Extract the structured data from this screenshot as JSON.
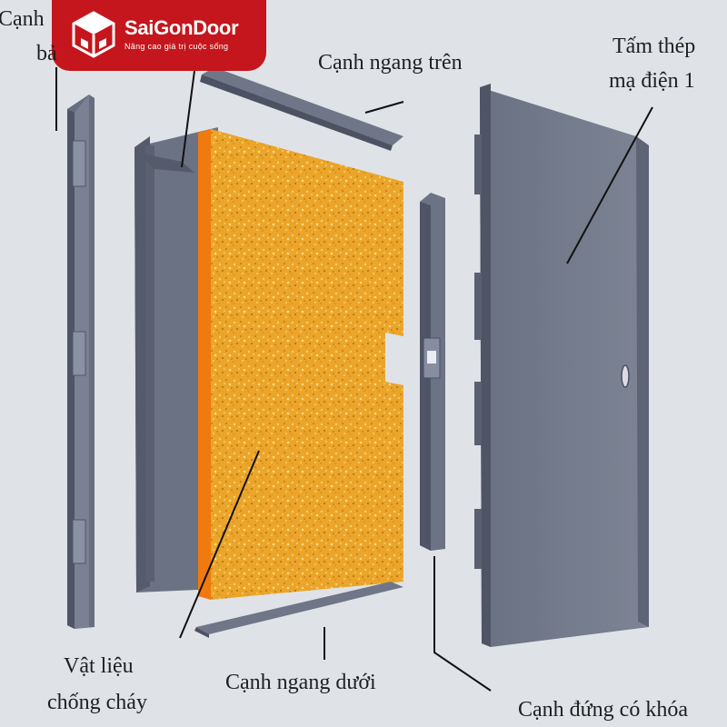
{
  "brand": {
    "name": "SaiGonDoor",
    "tagline": "Nâng cao giá trị cuộc sống"
  },
  "labels": {
    "top_left_line1": "Cạnh",
    "top_left_line2": "bả",
    "top_rail": "Cạnh ngang trên",
    "steel_sheet_line1": "Tấm thép",
    "steel_sheet_line2": "mạ điện 1",
    "fire_material_line1": "Vật liệu",
    "fire_material_line2": "chống cháy",
    "bottom_rail": "Cạnh ngang dưới",
    "lock_stile": "Cạnh đứng có khóa"
  },
  "colors": {
    "background": "#dfe3e8",
    "steel": "#6c7384",
    "steel_dark": "#4f5565",
    "core": "#e9a21f",
    "core_edge": "#f07a10",
    "brand_red": "#c4161c"
  }
}
